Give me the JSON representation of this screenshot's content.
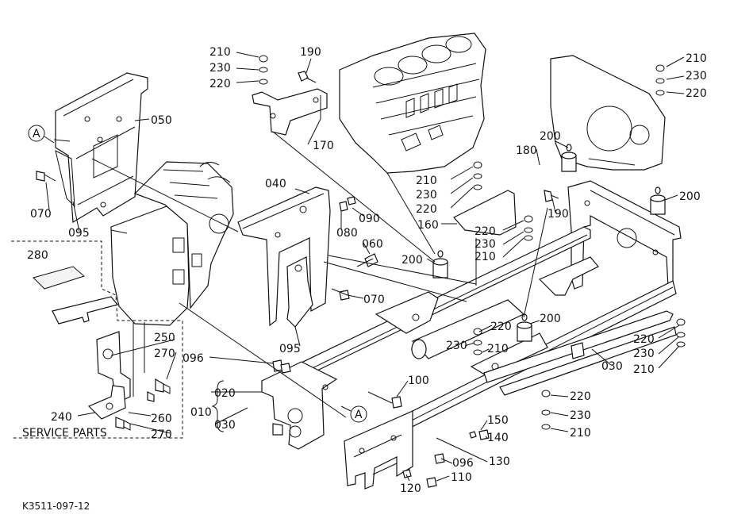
{
  "drawing_code": "K3511-097-12",
  "service_parts": "SERVICE PARTS",
  "callout_marker": "A",
  "labels": {
    "p210_tl": "210",
    "p230_tl": "230",
    "p220_tl": "220",
    "p190_t": "190",
    "p050": "050",
    "p170": "170",
    "p070_l": "070",
    "p095_l": "095",
    "p280": "280",
    "p210_r": "210",
    "p230_r": "230",
    "p220_r": "220",
    "p200_r": "200",
    "p200_rb": "200",
    "p180": "180",
    "p190_m": "190",
    "p210_m": "210",
    "p230_m": "230",
    "p220_m": "220",
    "p160": "160",
    "p220_m2": "220",
    "p230_m2": "230",
    "p210_m2": "210",
    "p040": "040",
    "p090": "090",
    "p080": "080",
    "p060": "060",
    "p200_m": "200",
    "p070_m": "070",
    "p095_m": "095",
    "p220_c": "220",
    "p230_c": "230",
    "p210_c": "210",
    "p200_c": "200",
    "p030": "030",
    "p220_rr": "220",
    "p230_rr": "230",
    "p210_rr": "210",
    "p250": "250",
    "p270_t": "270",
    "p096_l": "096",
    "p020": "020",
    "p010": "010",
    "p030_l": "030",
    "p100": "100",
    "p240": "240",
    "p260": "260",
    "p270_b": "270",
    "p220_b": "220",
    "p230_b": "230",
    "p210_b": "210",
    "p150": "150",
    "p140": "140",
    "p096_b": "096",
    "p130": "130",
    "p120": "120",
    "p110": "110"
  }
}
